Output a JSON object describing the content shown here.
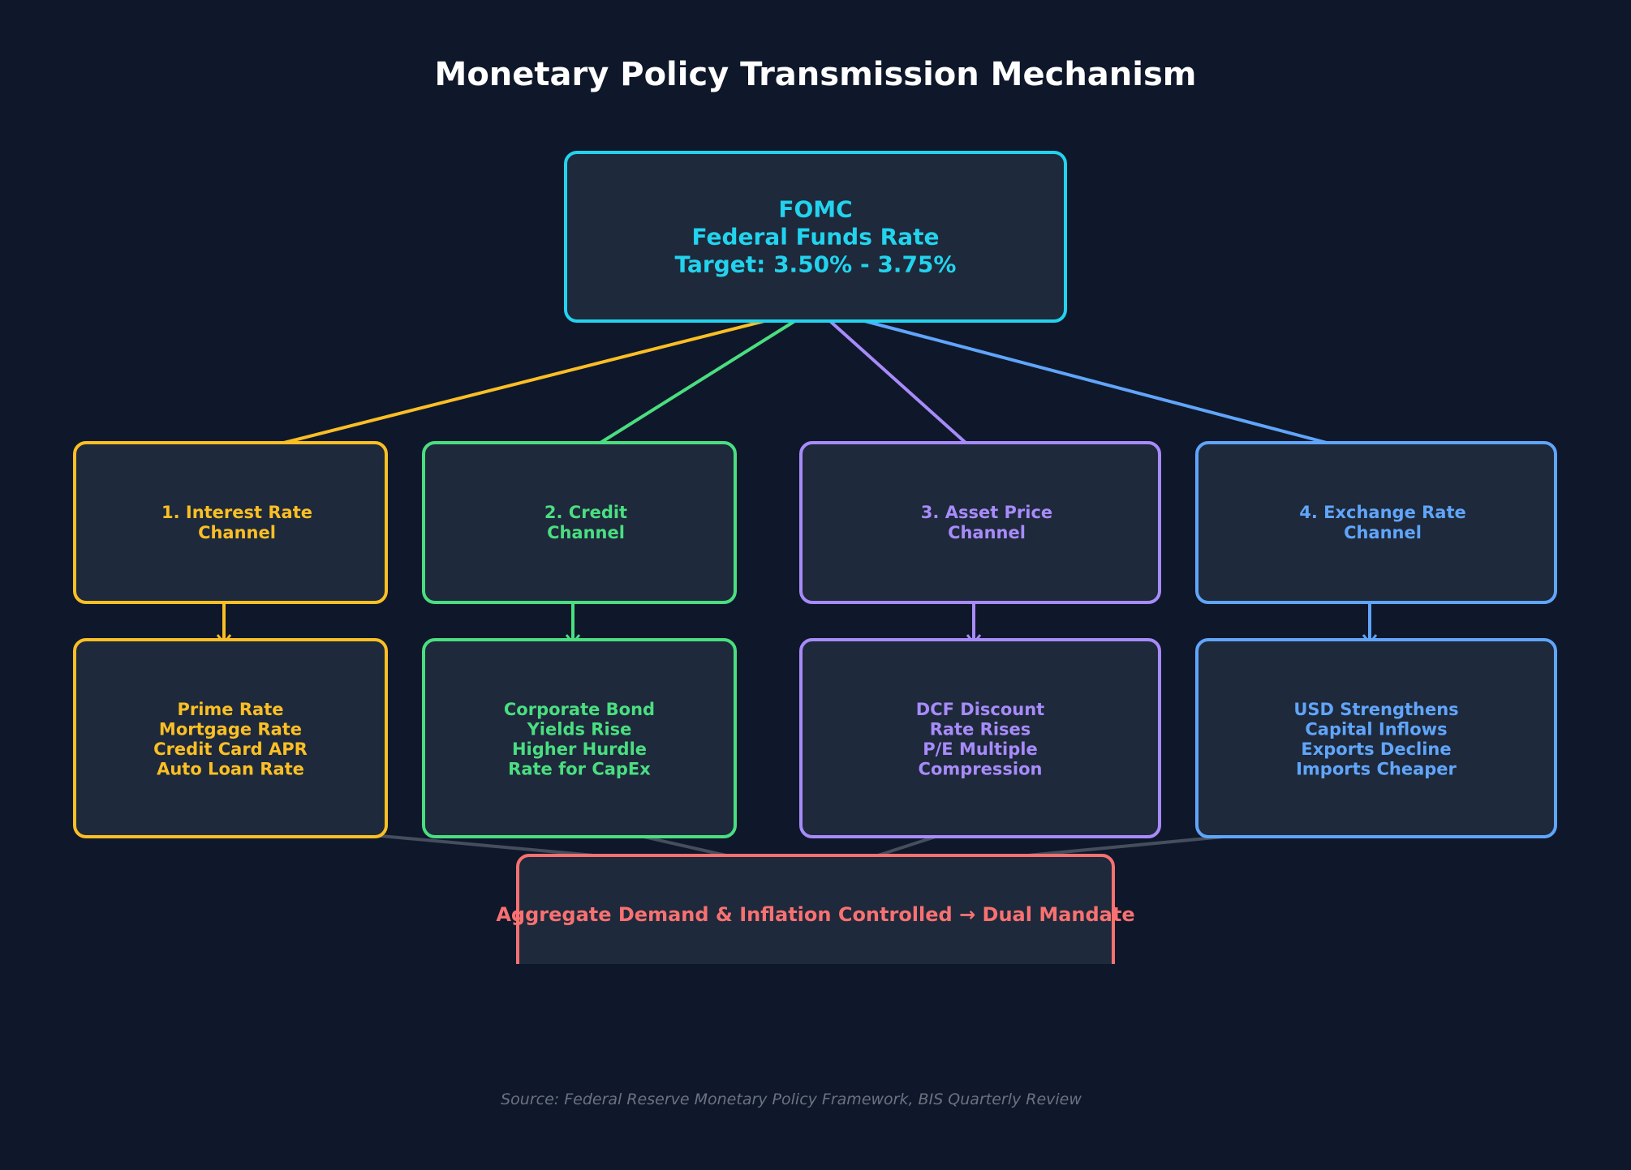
{
  "title": "Monetary Policy Transmission Mechanism",
  "colors": {
    "background": "#0f172a",
    "box_fill": "#1e293b",
    "title": "#ffffff",
    "root": "#22d3ee",
    "connector_gray": "#4b5563",
    "source_text": "#6b7280",
    "outcome": "#f87171"
  },
  "root": {
    "lines": [
      "FOMC",
      "Federal Funds Rate",
      "Target: 3.50% - 3.75%"
    ]
  },
  "channels": [
    {
      "color": "#fbbf24",
      "label": [
        "1. Interest Rate",
        "Channel"
      ],
      "effects": [
        "Prime Rate",
        "Mortgage Rate",
        "Credit Card APR",
        "Auto Loan Rate"
      ]
    },
    {
      "color": "#4ade80",
      "label": [
        "2. Credit",
        "Channel"
      ],
      "effects": [
        "Corporate Bond",
        "Yields Rise",
        "Higher Hurdle",
        "Rate for CapEx"
      ]
    },
    {
      "color": "#a78bfa",
      "label": [
        "3. Asset Price",
        "Channel"
      ],
      "effects": [
        "DCF Discount",
        "Rate Rises",
        "P/E Multiple",
        "Compression"
      ]
    },
    {
      "color": "#60a5fa",
      "label": [
        "4. Exchange Rate",
        "Channel"
      ],
      "effects": [
        "USD Strengthens",
        "Capital Inflows",
        "Exports Decline",
        "Imports Cheaper"
      ]
    }
  ],
  "outcome": {
    "text": "Aggregate Demand & Inflation Controlled  →  Dual Mandate"
  },
  "source": "Source: Federal Reserve Monetary Policy Framework, BIS Quarterly Review"
}
